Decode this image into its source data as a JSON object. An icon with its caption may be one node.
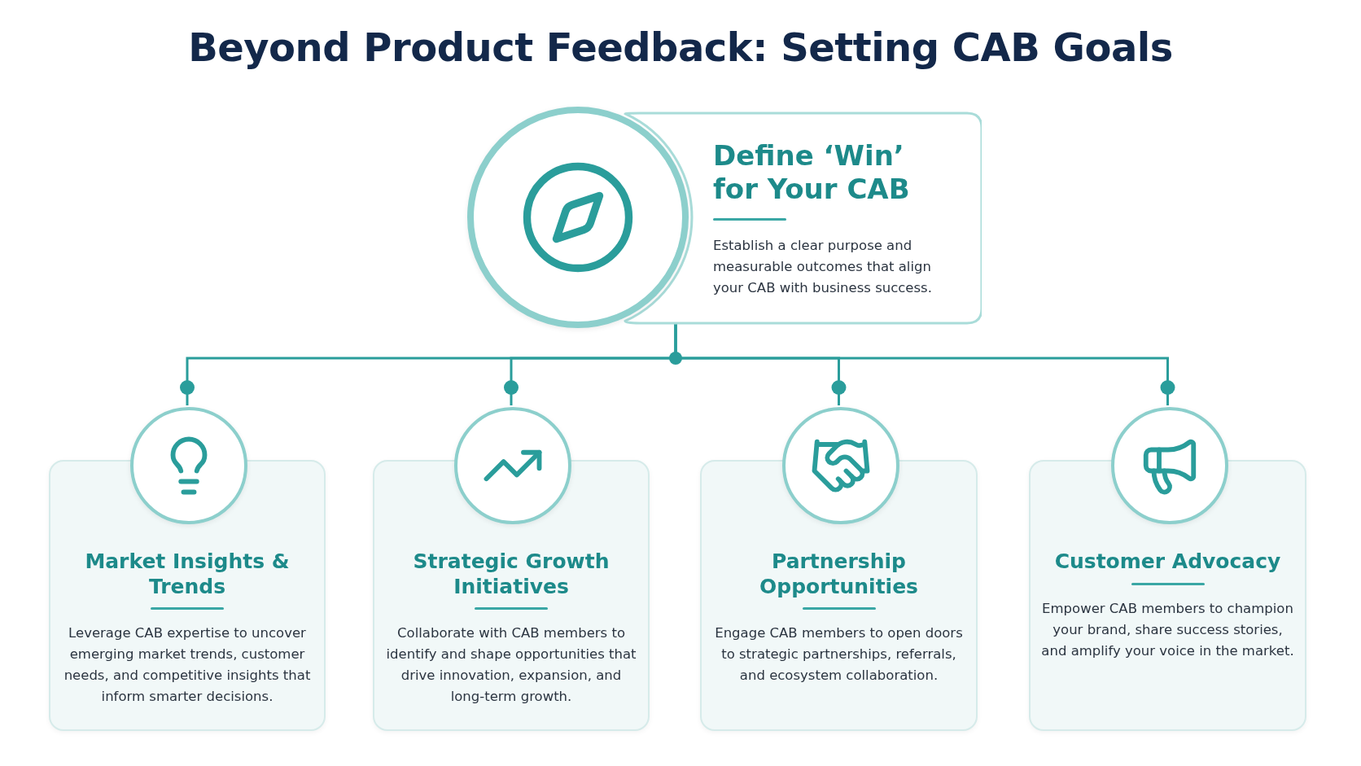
{
  "diagram": {
    "title": "Beyond Product Feedback: Setting CAB Goals",
    "nodes": [
      {
        "text": [
          "Define ‘Win’ for Your CAB",
          "Establish a clear purpose and measurable outcomes that align your CAB with business success."
        ]
      },
      {
        "text": [
          "Market Insights & Trends",
          "Leverage CAB expertise to uncover emerging market trends, customer needs, and competitive insights that inform smarter decisions."
        ]
      },
      {
        "text": [
          "Strategic Growth Initiatives",
          "Collaborate with CAB members to identify and shape opportunities that drive innovation, expansion, and long-term growth."
        ]
      },
      {
        "text": [
          "Partnership Opportunities",
          "Engage CAB members to open doors to strategic partnerships, referrals, and ecosystem collaboration."
        ]
      },
      {
        "text": [
          "Customer Advocacy",
          "Empower CAB members to champion your brand, share success stories, and amplify your voice in the market."
        ]
      }
    ],
    "edges": [
      {
        "from": 0,
        "to": 1,
        "arrow": "none"
      },
      {
        "from": 0,
        "to": 2,
        "arrow": "none"
      },
      {
        "from": 0,
        "to": 3,
        "arrow": "none"
      },
      {
        "from": 0,
        "to": 4,
        "arrow": "none"
      }
    ]
  }
}
